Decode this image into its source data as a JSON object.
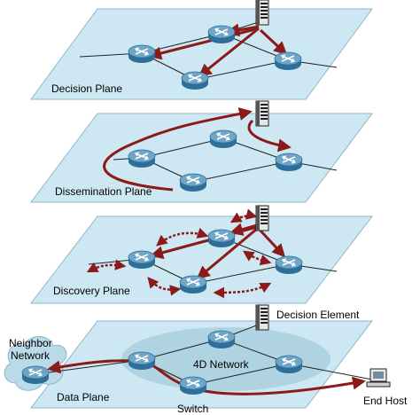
{
  "planes": [
    {
      "id": "decision",
      "label": "Decision Plane"
    },
    {
      "id": "dissemination",
      "label": "Dissemination Plane"
    },
    {
      "id": "discovery",
      "label": "Discovery Plane"
    },
    {
      "id": "data",
      "label": "Data Plane"
    }
  ],
  "labels": {
    "decision_element": "Decision Element",
    "four_d_network": "4D Network",
    "neighbor_network_line1": "Neighbor",
    "neighbor_network_line2": "Network",
    "end_host": "End Host",
    "switch": "Switch"
  },
  "colors": {
    "plane_fill": "#cde8f2",
    "plane_stroke": "#8fb6c6",
    "arrow": "#8b1a1a",
    "router_top": "#6fa6c8",
    "router_side": "#2e6f9a",
    "cloud_fill": "#b9dbe8",
    "core_fill": "#a9cfde"
  },
  "icons": [
    "router-icon",
    "server-icon",
    "computer-icon",
    "cloud-icon"
  ]
}
